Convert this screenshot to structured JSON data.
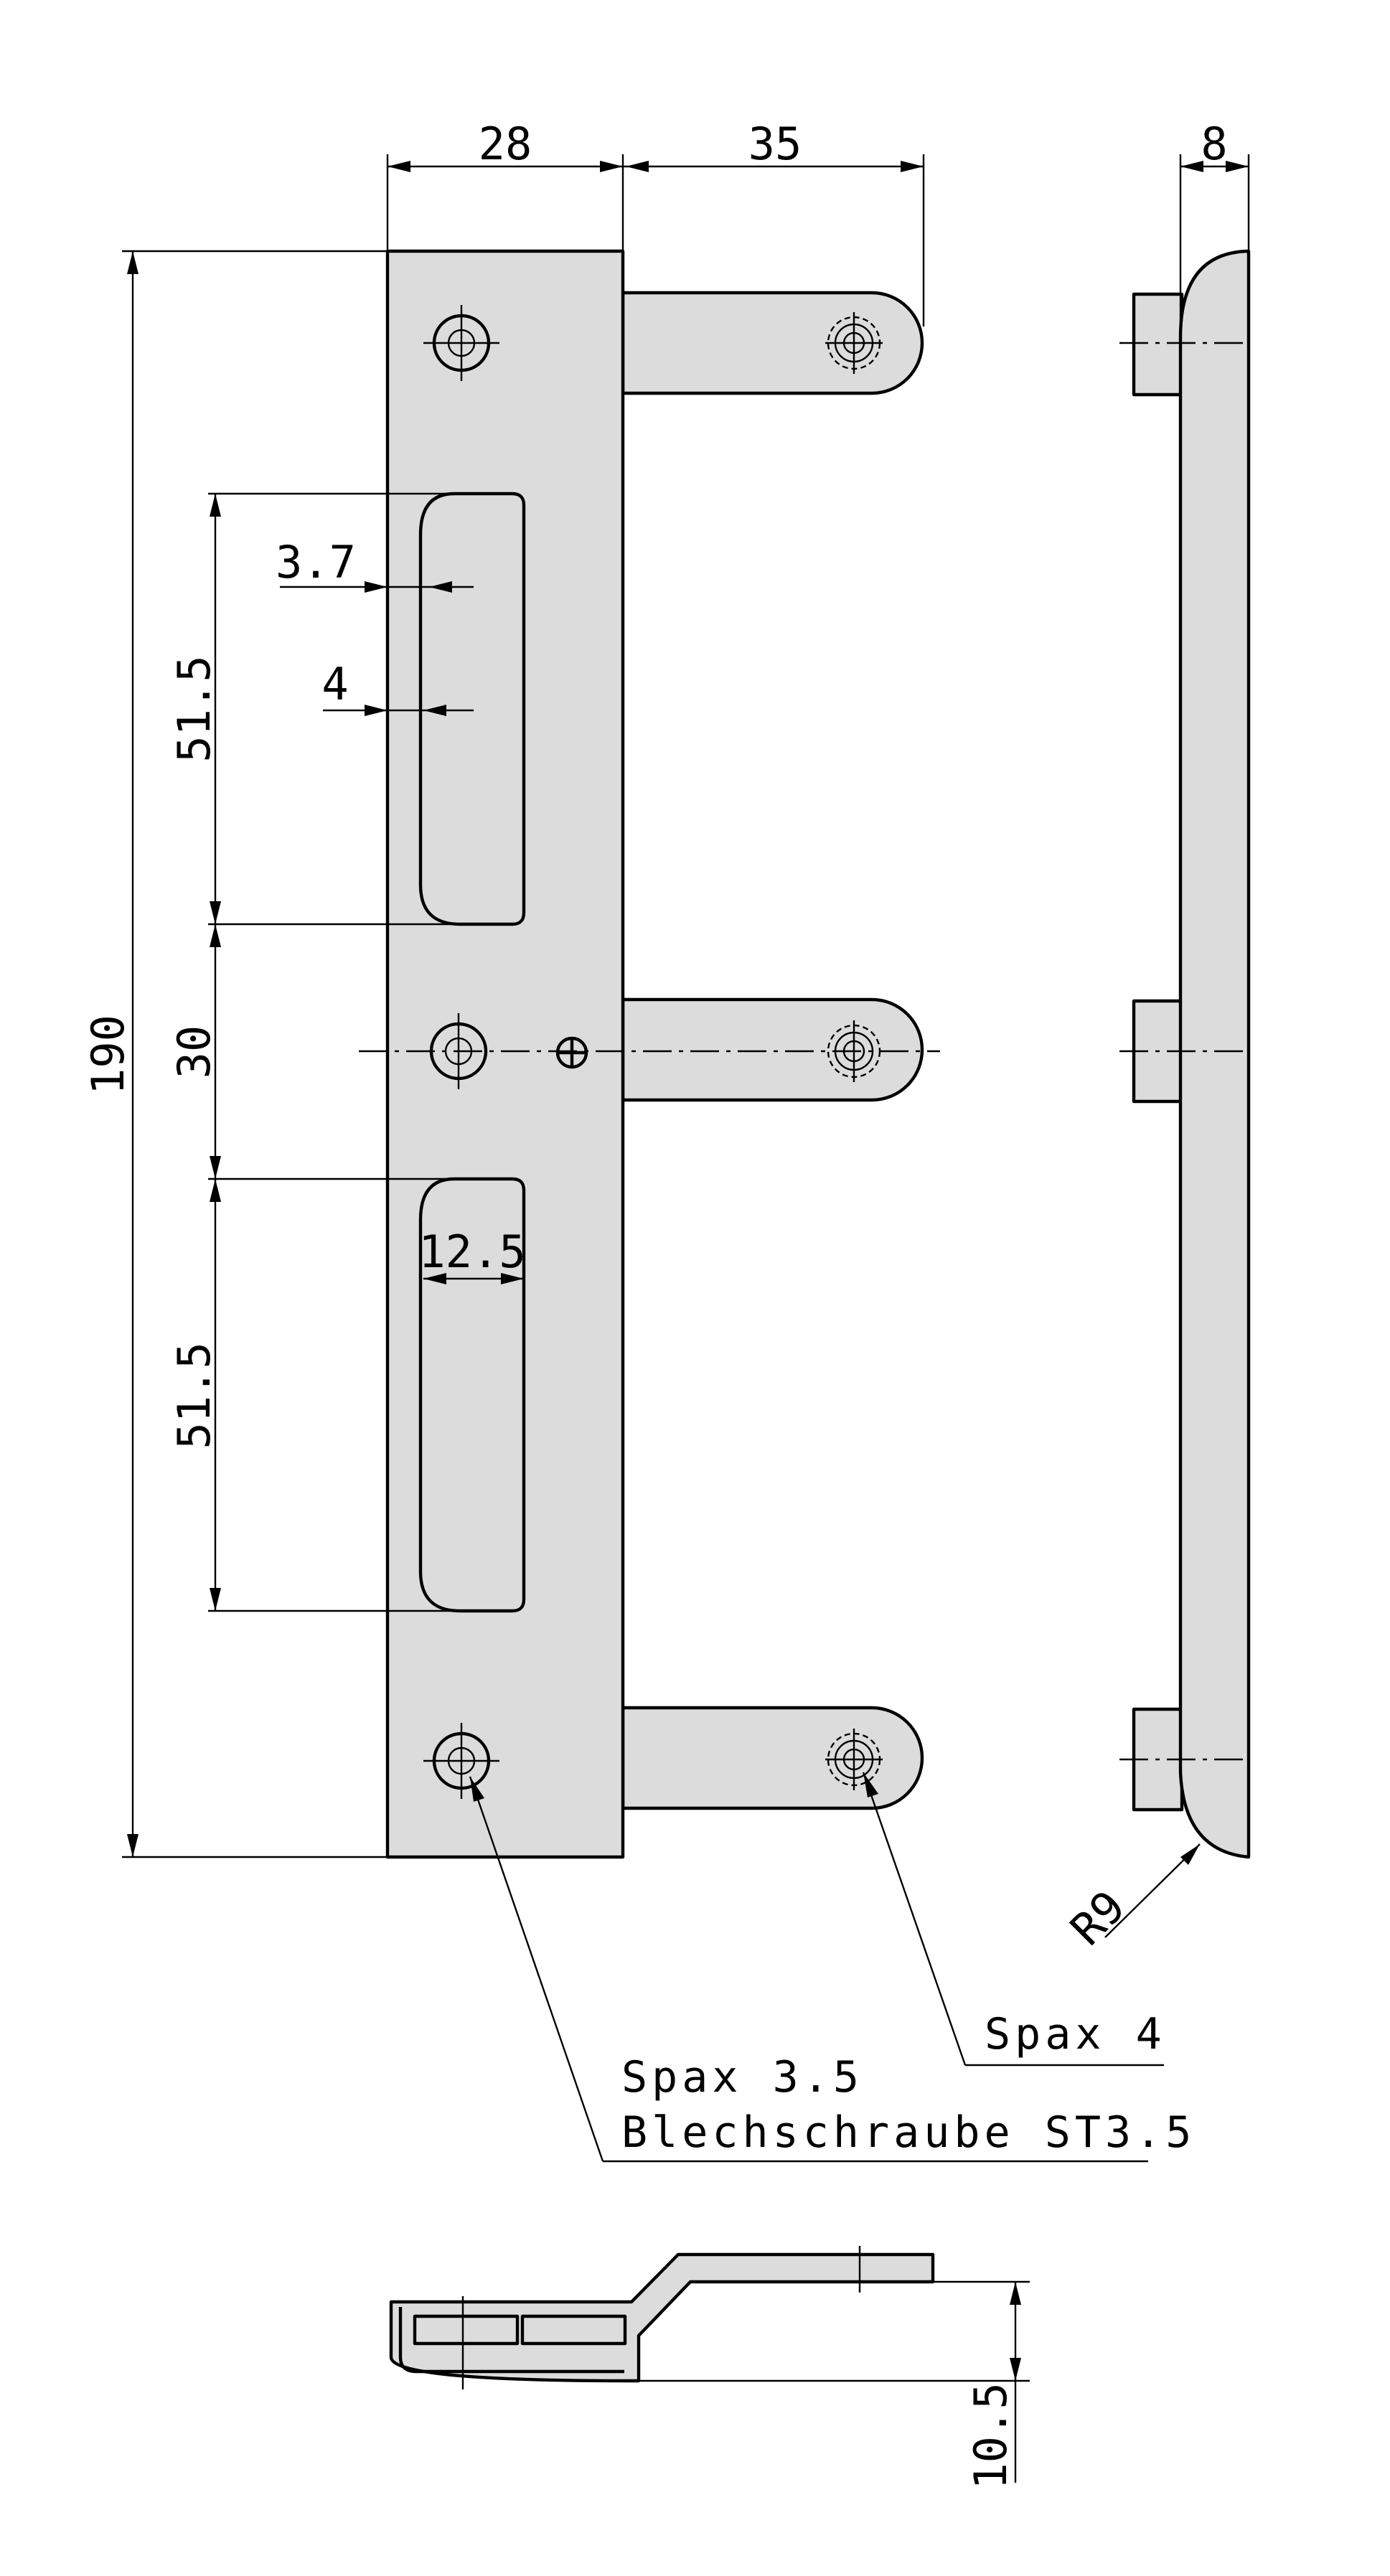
{
  "dimensions": {
    "plate_width": "28",
    "tab_length": "35",
    "side_thickness": "8",
    "total_height": "190",
    "slot_upper_height": "51.5",
    "slot_spacing": "30",
    "slot_lower_height": "51.5",
    "offset_a": "3.7",
    "offset_b": "4",
    "slot_width": "12.5",
    "corner_radius": "R9",
    "profile_depth": "10.5"
  },
  "callouts": {
    "tab_screw": "Spax 4",
    "plate_screw_line1": "Spax 3.5",
    "plate_screw_line2": "Blechschraube ST3.5"
  },
  "colors": {
    "part_fill": "#dcdcdc",
    "line": "#000000",
    "background": "#ffffff"
  }
}
